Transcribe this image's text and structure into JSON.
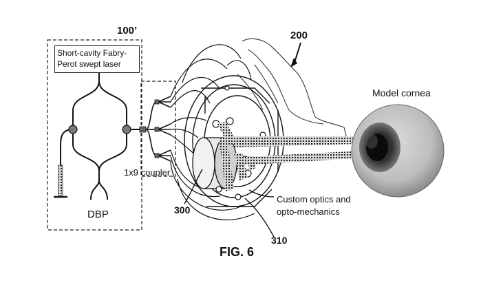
{
  "figure": {
    "caption": "FIG. 6",
    "refs": {
      "r100": "100’",
      "r200": "200",
      "r300": "300",
      "r310": "310"
    },
    "labels": {
      "laser_line1": "Short-cavity Fabry-",
      "laser_line2": "Perot swept laser",
      "coupler": "1x9 coupler",
      "dbp": "DBP",
      "cornea": "Model cornea",
      "optics_line1": "Custom optics and",
      "optics_line2": "opto-mechanics"
    }
  }
}
